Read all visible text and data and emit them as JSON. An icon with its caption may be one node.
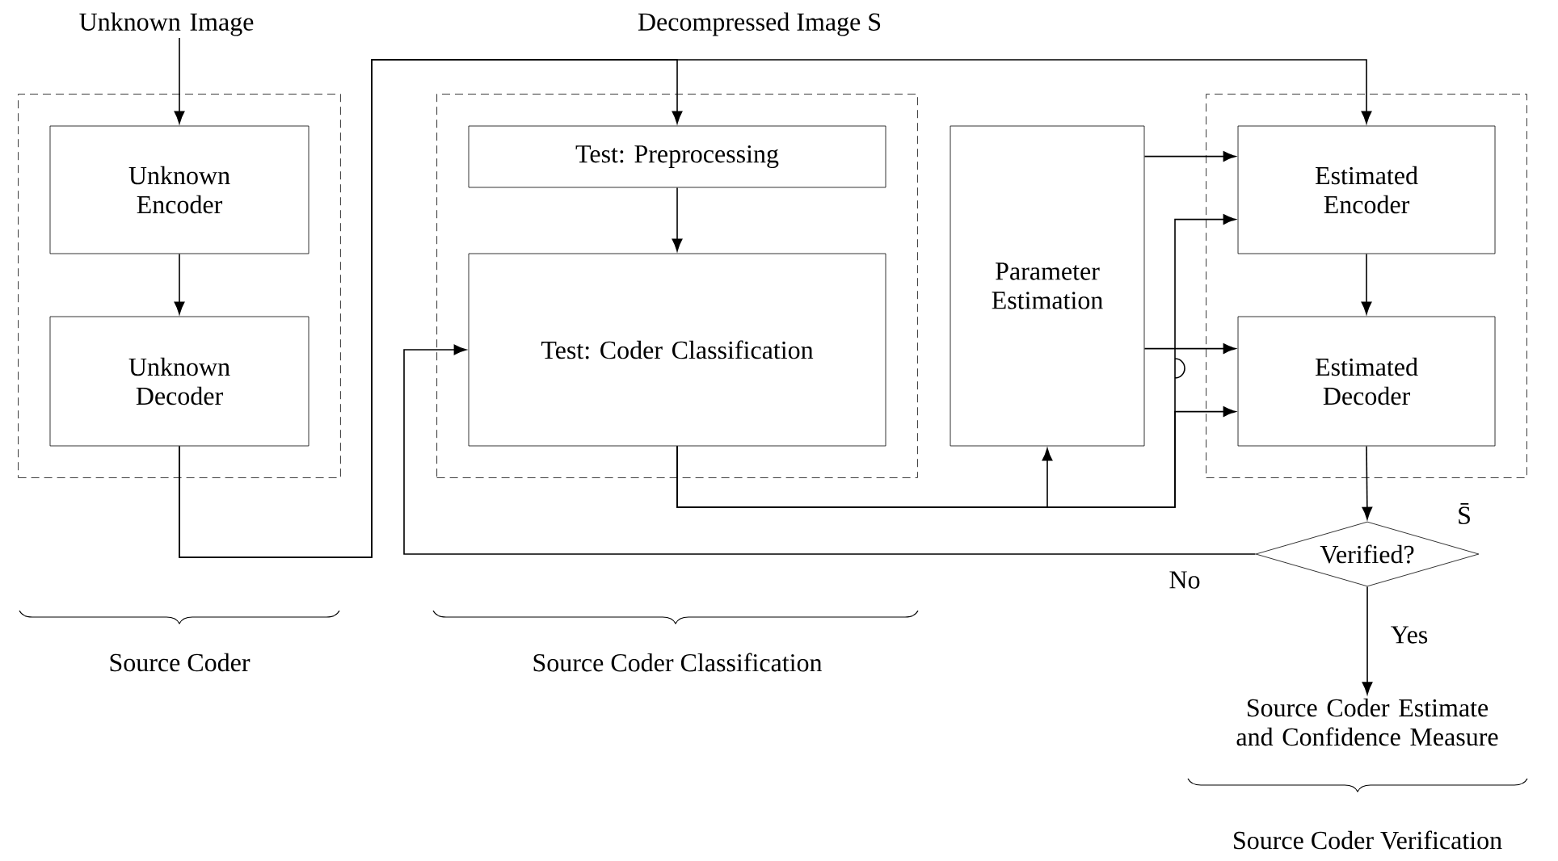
{
  "diagram": {
    "nodes": [
      {
        "text": [
          "Unknown Image"
        ]
      },
      {
        "text": [],
        "shape": "box"
      },
      {
        "text": [
          "Unknown Encoder"
        ],
        "in": 1
      },
      {
        "text": [
          "Unknown Decoder"
        ],
        "in": 1
      },
      {
        "text": [],
        "shape": "box"
      },
      {
        "text": [
          "Test: Preprocessing"
        ],
        "in": 4
      },
      {
        "text": [
          "Test: Coder Classification"
        ],
        "in": 4
      },
      {
        "text": [
          "Parameter Estimation"
        ]
      },
      {
        "text": [],
        "shape": "box"
      },
      {
        "text": [
          "Estimated Encoder"
        ],
        "in": 8
      },
      {
        "text": [
          "Estimated Decoder"
        ],
        "in": 8
      },
      {
        "text": [
          "Verified?"
        ]
      },
      {
        "text": [
          "Source Coder Estimate and Confidence Measure"
        ]
      }
    ],
    "edges": [
      {
        "from": 0,
        "to": 2,
        "arrow": "to"
      },
      {
        "from": 2,
        "to": 3,
        "arrow": "to"
      },
      {
        "from": 3,
        "to": 5,
        "arrow": "to",
        "label": "Decompressed Image S"
      },
      {
        "from": 3,
        "to": 9,
        "arrow": "to"
      },
      {
        "from": 5,
        "to": 6,
        "arrow": "to"
      },
      {
        "from": 6,
        "to": 7,
        "arrow": "to"
      },
      {
        "from": 6,
        "to": 9,
        "arrow": "to"
      },
      {
        "from": 6,
        "to": 10,
        "arrow": "to"
      },
      {
        "from": 7,
        "to": 9,
        "arrow": "to"
      },
      {
        "from": 7,
        "to": 10,
        "arrow": "to"
      },
      {
        "from": 9,
        "to": 10,
        "arrow": "to"
      },
      {
        "from": 10,
        "to": 11,
        "arrow": "to",
        "label": "S̄"
      },
      {
        "from": 11,
        "to": 6,
        "arrow": "to",
        "label": "No"
      },
      {
        "from": 11,
        "to": 12,
        "arrow": "to",
        "label": "Yes"
      }
    ],
    "labels": [
      "Source Coder",
      "Source Coder Classification",
      "Source Coder Verification"
    ]
  }
}
